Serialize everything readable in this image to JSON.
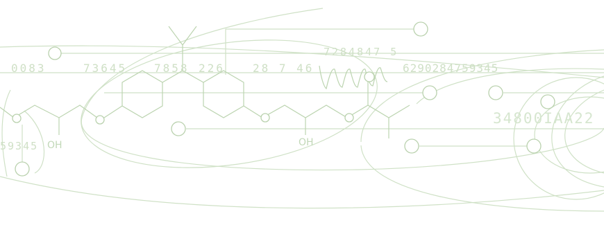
{
  "digits": {
    "d1": "0083",
    "d2": "73645",
    "d3": "7858",
    "d4": "226",
    "d5": "28 7 46",
    "d6": "7284847 5",
    "d7": "6290284759345",
    "d8": "59345"
  },
  "labels": {
    "oh_left": "OH",
    "oh_mid": "OH"
  },
  "code": "34800IAA22",
  "colors": {
    "line": "#cfe1c6",
    "node_stroke": "#b9d1ad",
    "text": "#cfe0c6"
  }
}
